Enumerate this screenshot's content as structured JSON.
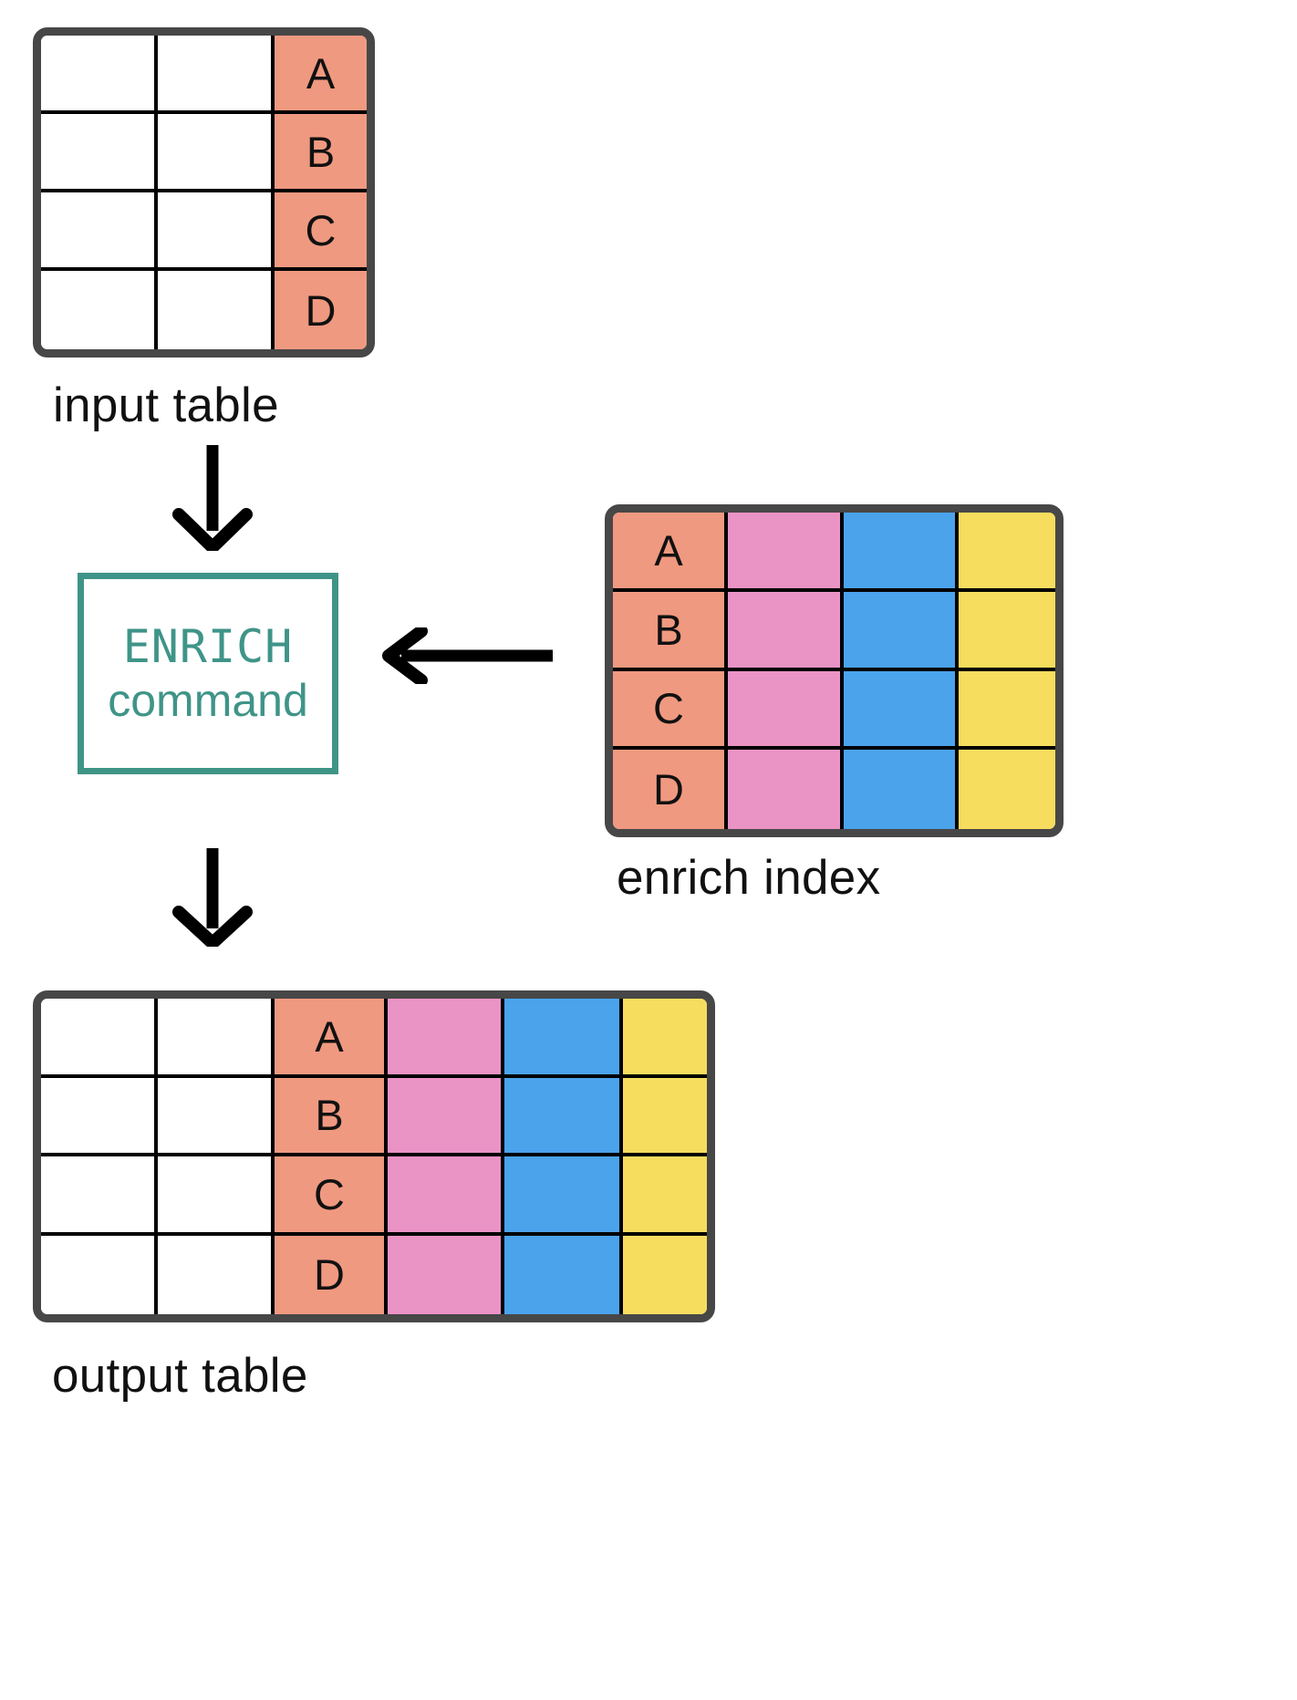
{
  "diagram": {
    "title": "ENRICH command data flow",
    "colors": {
      "salmon": "#ef9980",
      "pink": "#ea93c5",
      "blue": "#4ba3ec",
      "yellow": "#f7dd5e",
      "table_border": "#474747",
      "cell_border": "#000000",
      "command_accent": "#3f9488",
      "arrow": "#000000",
      "background": "#ffffff"
    },
    "input_table": {
      "caption": "input table",
      "columns": 3,
      "column_colors": [
        "white",
        "white",
        "salmon"
      ],
      "rows": [
        [
          "",
          "",
          "A"
        ],
        [
          "",
          "",
          "B"
        ],
        [
          "",
          "",
          "C"
        ],
        [
          "",
          "",
          "D"
        ]
      ]
    },
    "command": {
      "line1": "ENRICH",
      "line2": "command"
    },
    "enrich_index": {
      "caption": "enrich index",
      "columns": 4,
      "column_colors": [
        "salmon",
        "pink",
        "blue",
        "yellow"
      ],
      "rows": [
        [
          "A",
          "",
          "",
          ""
        ],
        [
          "B",
          "",
          "",
          ""
        ],
        [
          "C",
          "",
          "",
          ""
        ],
        [
          "D",
          "",
          "",
          ""
        ]
      ]
    },
    "output_table": {
      "caption": "output table",
      "columns": 6,
      "column_colors": [
        "white",
        "white",
        "salmon",
        "pink",
        "blue",
        "yellow"
      ],
      "rows": [
        [
          "",
          "",
          "A",
          "",
          "",
          ""
        ],
        [
          "",
          "",
          "B",
          "",
          "",
          ""
        ],
        [
          "",
          "",
          "C",
          "",
          "",
          ""
        ],
        [
          "",
          "",
          "D",
          "",
          "",
          ""
        ]
      ]
    },
    "arrows": [
      {
        "name": "input-to-command",
        "direction": "down"
      },
      {
        "name": "index-to-command",
        "direction": "left"
      },
      {
        "name": "command-to-output",
        "direction": "down"
      }
    ]
  }
}
